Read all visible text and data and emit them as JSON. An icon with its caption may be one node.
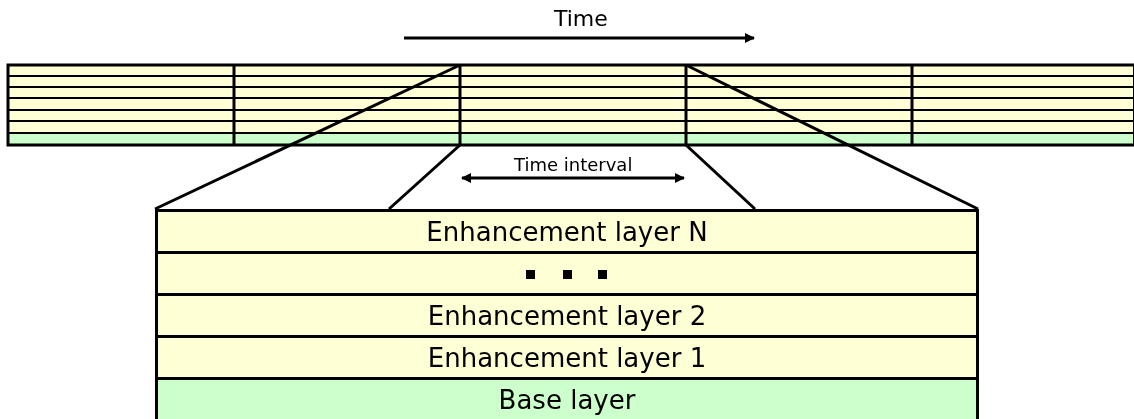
{
  "diagram": {
    "nodes": [
      {
        "text": [
          "Enhancement layer N"
        ]
      },
      {
        "text": [],
        "shape": "box"
      },
      {
        "text": [
          "Enhancement layer 2"
        ]
      },
      {
        "text": [
          "Enhancement layer 1"
        ]
      },
      {
        "text": [
          "Base layer"
        ]
      }
    ],
    "labels": [
      "Time",
      "Time interval"
    ]
  }
}
